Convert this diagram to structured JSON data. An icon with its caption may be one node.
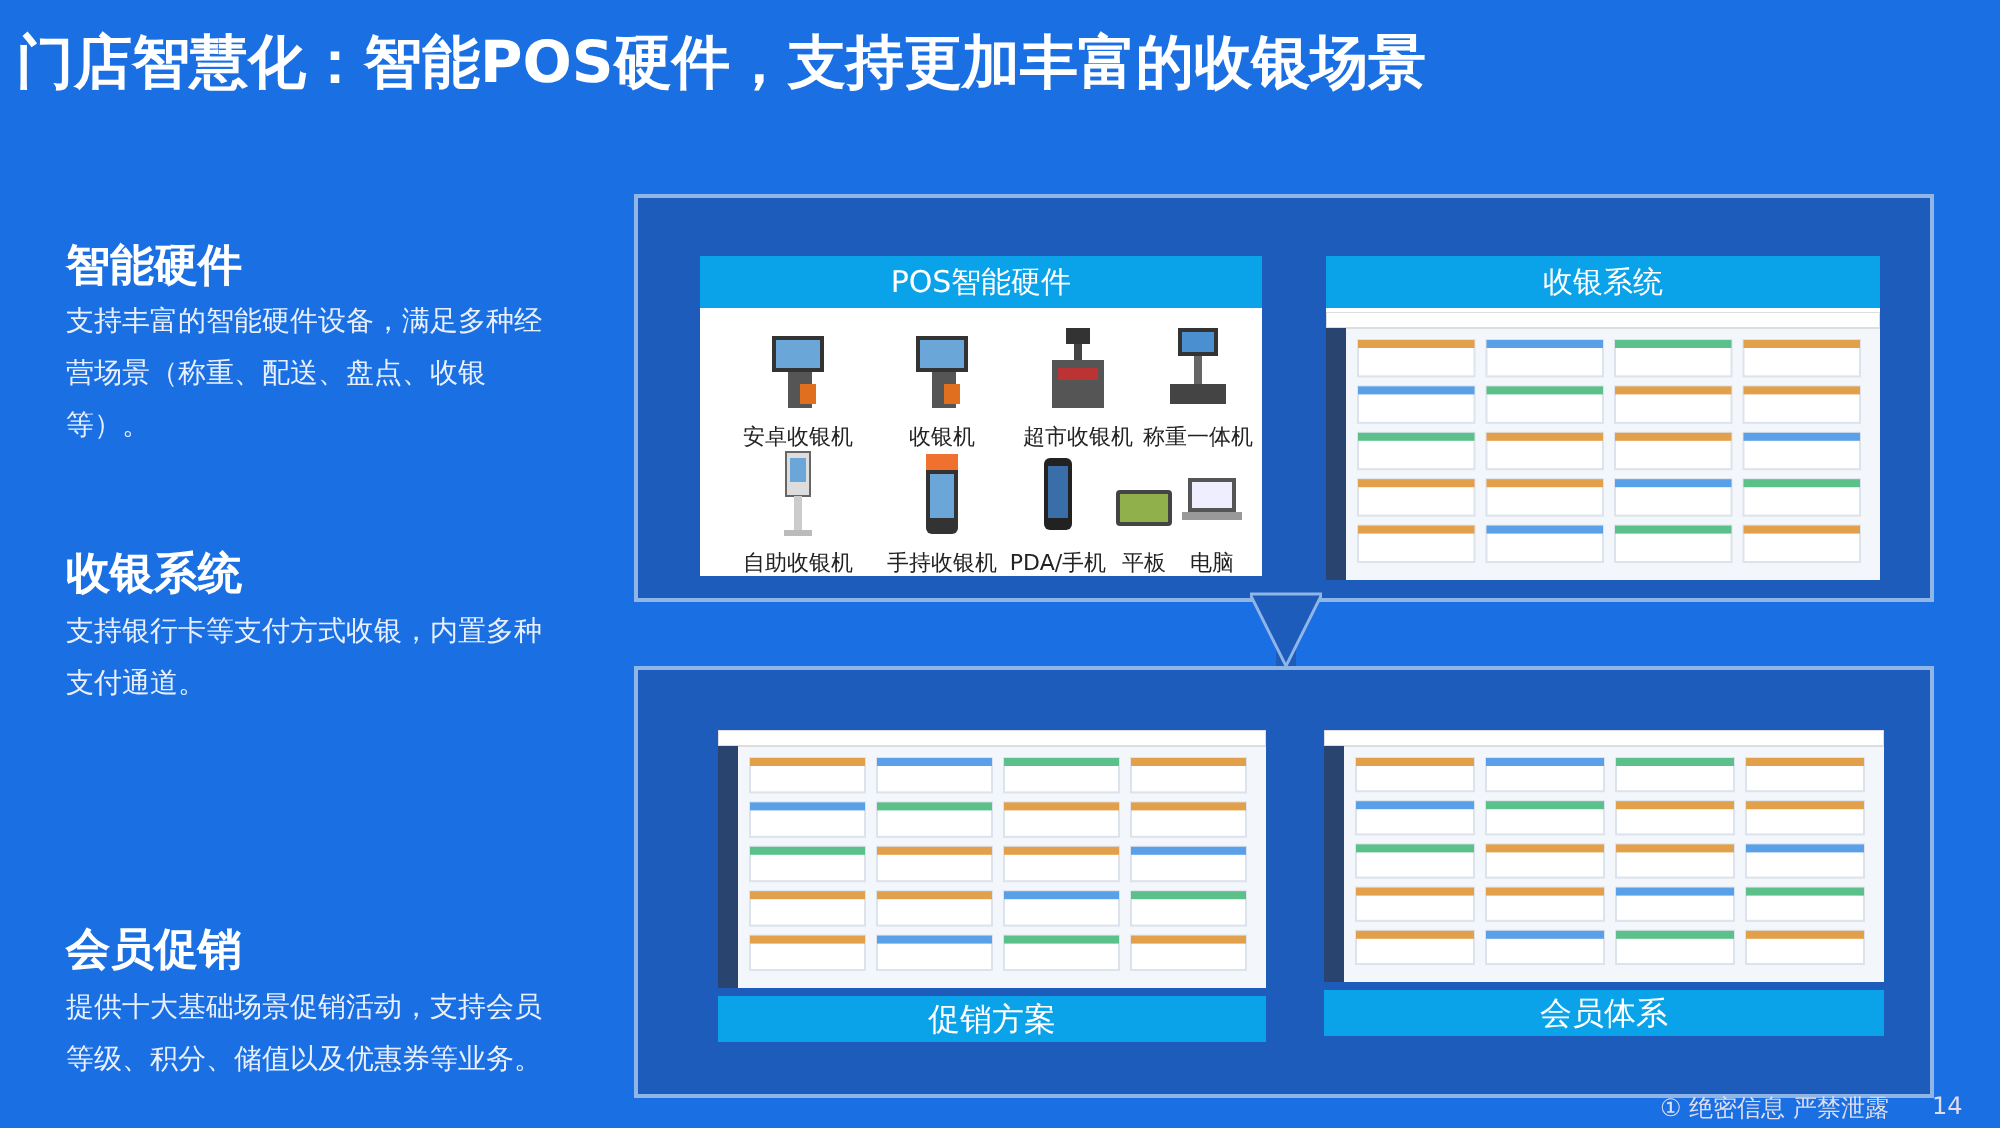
{
  "diagram": {
    "title": "门店智慧化：智能POS硬件，支持更加丰富的收银场景",
    "nodes": [
      {
        "text": [],
        "shape": "box"
      },
      {
        "text": [
          "POS智能硬件"
        ],
        "in": 0
      },
      {
        "text": [
          "安卓收银机"
        ],
        "in": 1
      },
      {
        "text": [
          "收银机"
        ],
        "in": 1
      },
      {
        "text": [
          "超市收银机"
        ],
        "in": 1
      },
      {
        "text": [
          "称重一体机"
        ],
        "in": 1
      },
      {
        "text": [
          "自助收银机"
        ],
        "in": 1
      },
      {
        "text": [
          "手持收银机"
        ],
        "in": 1
      },
      {
        "text": [
          "PDA/手机"
        ],
        "in": 1
      },
      {
        "text": [
          "平板"
        ],
        "in": 1
      },
      {
        "text": [
          "电脑"
        ],
        "in": 1
      },
      {
        "text": [
          "收银系统"
        ],
        "in": 0
      },
      {
        "text": [],
        "shape": "box"
      },
      {
        "text": [
          "促销方案"
        ],
        "in": 12
      },
      {
        "text": [
          "会员体系"
        ],
        "in": 12
      }
    ],
    "edges": [
      {
        "from": 0,
        "to": 12,
        "arrow": "to"
      }
    ],
    "labels": [
      "智能硬件",
      "支持丰富的智能硬件设备，满足多种经营场景（称重、配送、盘点、收银等）。",
      "收银系统",
      "支持银行卡等支付方式收银，内置多种支付通道。",
      "会员促销",
      "提供十大基础场景促销活动，支持会员等级、积分、储值以及优惠券等业务。",
      "① 绝密信息 严禁泄露",
      "14"
    ]
  }
}
